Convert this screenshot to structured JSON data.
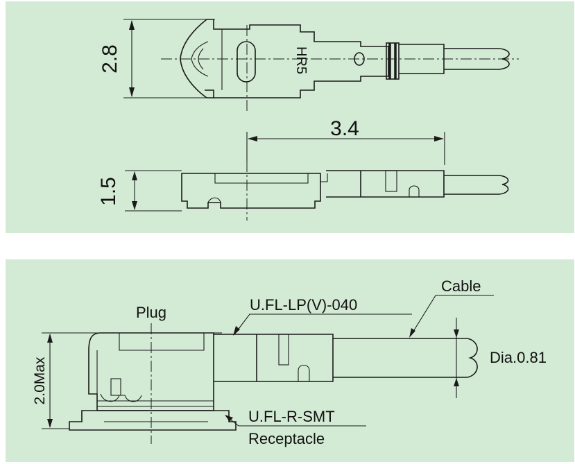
{
  "top_view": {
    "dim_height": "2.8",
    "marking": "HR5"
  },
  "side_view": {
    "dim_length": "3.4",
    "dim_height": "1.5"
  },
  "assembly_view": {
    "label_plug": "Plug",
    "label_plug_part": "U.FL-LP(V)-040",
    "label_cable": "Cable",
    "label_cable_dia": "Dia.0.81",
    "label_max_height": "2.0Max",
    "label_receptacle_part": "U.FL-R-SMT",
    "label_receptacle": "Receptacle"
  },
  "colors": {
    "panel_background": "#d3ead4",
    "line": "#1a1a1a"
  }
}
